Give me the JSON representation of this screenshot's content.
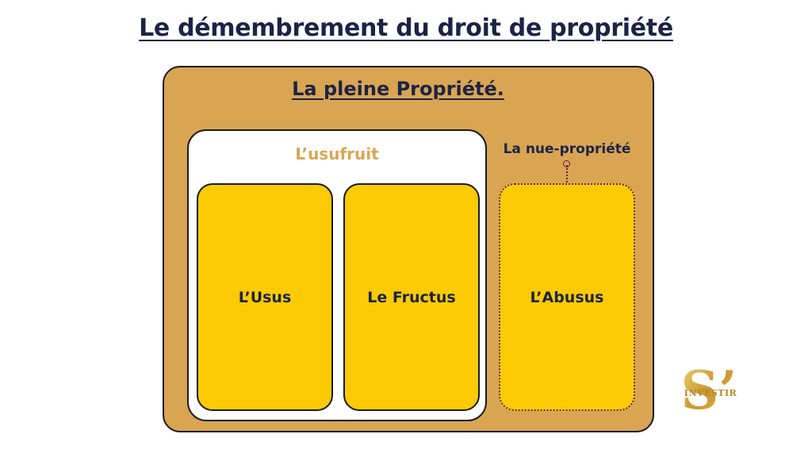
{
  "title": "Le démembrement du droit de propriété",
  "pleine_propriete": {
    "label": "La pleine Propriété."
  },
  "usufruit": {
    "label": "L’usufruit",
    "items": [
      {
        "label": "L’Usus"
      },
      {
        "label": "Le Fructus"
      }
    ]
  },
  "nue_propriete": {
    "label": "La nue-propriété",
    "item": {
      "label": "L’Abusus"
    }
  },
  "logo": {
    "letter": "S’",
    "text": "INVESTIR"
  },
  "colors": {
    "title": "#1c2346",
    "outer_box": "#d9a553",
    "card": "#fccb05",
    "usufruit_label": "#d9a553",
    "connector": "#6b1b4e"
  }
}
